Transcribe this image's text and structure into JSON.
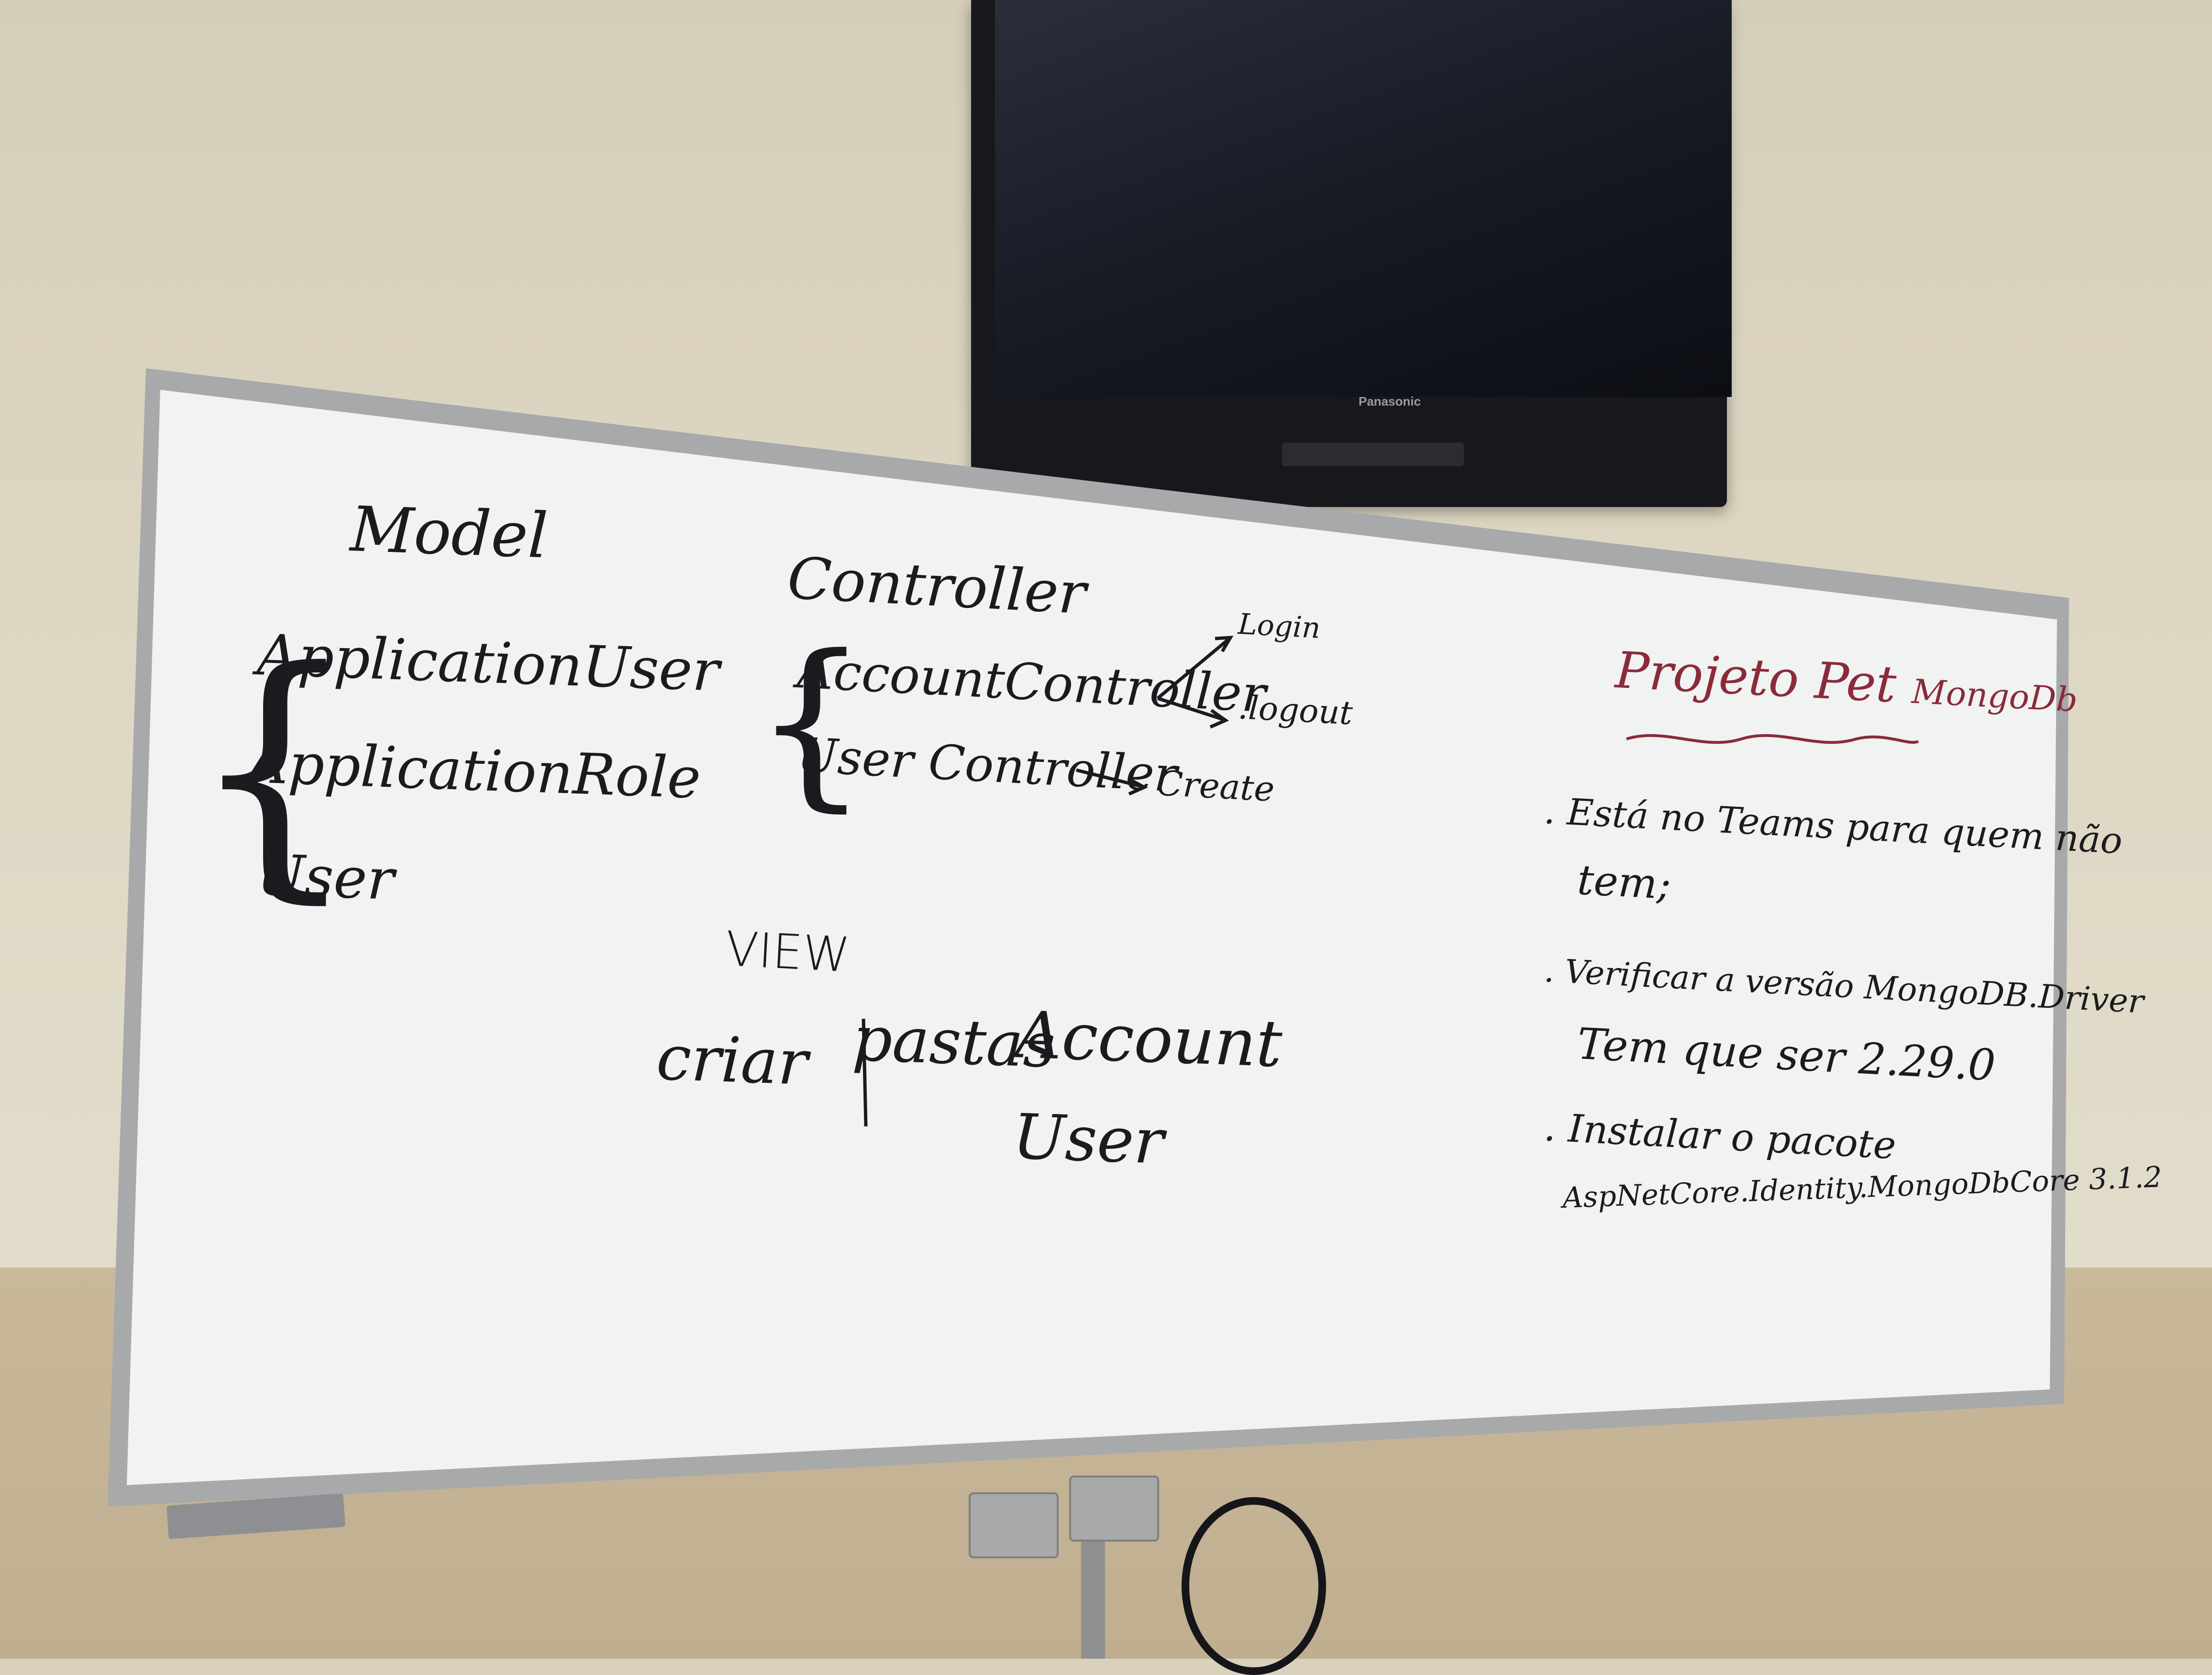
{
  "tv": {
    "brand": "Panasonic"
  },
  "whiteboard": {
    "model": {
      "heading": "Model",
      "items": [
        "ApplicationUser",
        "ApplicationRole",
        "User"
      ]
    },
    "controller": {
      "heading": "Controller",
      "items": [
        "AccountController",
        "User Controller"
      ],
      "account_actions": [
        "Login",
        ".logout"
      ],
      "user_actions": [
        "Create"
      ]
    },
    "view": {
      "heading": "VIEW",
      "criar": "criar",
      "pastas": "pastas",
      "folders": [
        "Account",
        "User"
      ]
    },
    "projeto": {
      "title": "Projeto Pet",
      "title_suffix": "MongoDb",
      "notes": [
        ". Está no Teams para quem não",
        "tem;",
        ". Verificar a versão MongoDB.Driver",
        "Tem que ser 2.29.0",
        ". Instalar o pacote",
        "AspNetCore.Identity.MongoDbCore 3.1.2"
      ]
    }
  },
  "colors": {
    "ink": "#1b1b1f",
    "red_ink": "#8a2b3a"
  }
}
